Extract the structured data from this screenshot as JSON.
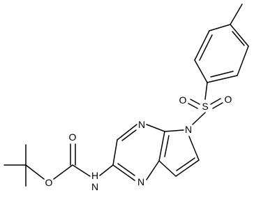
{
  "molecule": {
    "atoms": {
      "n_pyrazine_top": "N",
      "n_pyrrole": "N",
      "n_pyrazine_bottom": "N",
      "s_sulfonyl": "S",
      "o_sulfonyl_left": "O",
      "o_sulfonyl_right": "O",
      "o_carbonyl": "O",
      "o_ester": "O",
      "nh_amine": "H",
      "nh_amine_n": "N"
    }
  }
}
